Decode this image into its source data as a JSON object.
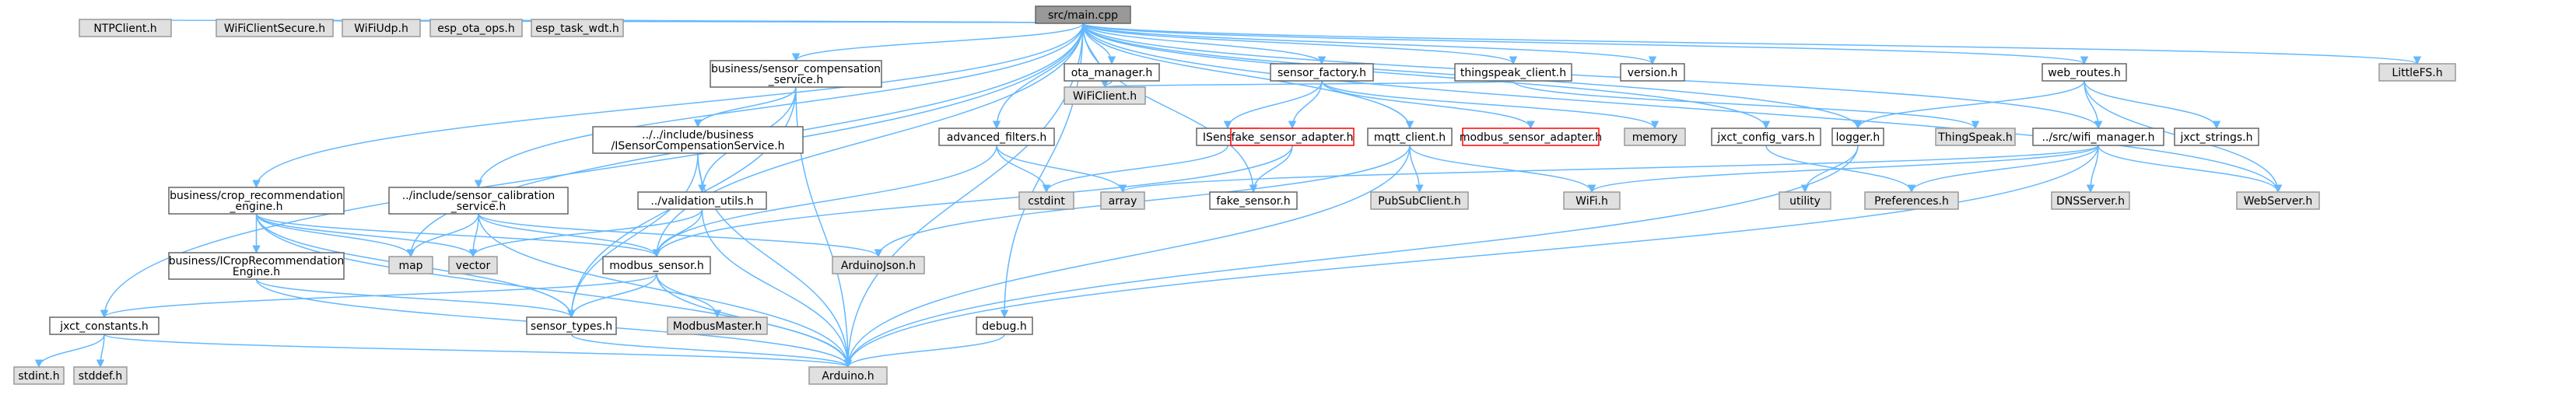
{
  "colors": {
    "root_fill": "#999999",
    "local_fill": "#ffffff",
    "local_stroke": "#666666",
    "system_fill": "#e0e0e0",
    "system_stroke": "#999999",
    "missing_stroke": "#ff0000",
    "edge": "#63b8ff"
  },
  "nodes": [
    {
      "id": "main",
      "lines": [
        "src/main.cpp"
      ],
      "kind": "root"
    },
    {
      "id": "ntp",
      "lines": [
        "NTPClient.h"
      ],
      "kind": "system"
    },
    {
      "id": "wcs",
      "lines": [
        "WiFiClientSecure.h"
      ],
      "kind": "system"
    },
    {
      "id": "wudp",
      "lines": [
        "WiFiUdp.h"
      ],
      "kind": "system"
    },
    {
      "id": "otaops",
      "lines": [
        "esp_ota_ops.h"
      ],
      "kind": "system"
    },
    {
      "id": "taskwdt",
      "lines": [
        "esp_task_wdt.h"
      ],
      "kind": "system"
    },
    {
      "id": "bscs",
      "lines": [
        "business/sensor_compensation",
        "_service.h"
      ],
      "kind": "local"
    },
    {
      "id": "otamgr",
      "lines": [
        "ota_manager.h"
      ],
      "kind": "local"
    },
    {
      "id": "sfact",
      "lines": [
        "sensor_factory.h"
      ],
      "kind": "local"
    },
    {
      "id": "tsc",
      "lines": [
        "thingspeak_client.h"
      ],
      "kind": "local"
    },
    {
      "id": "ver",
      "lines": [
        "version.h"
      ],
      "kind": "local"
    },
    {
      "id": "wroutes",
      "lines": [
        "web_routes.h"
      ],
      "kind": "local"
    },
    {
      "id": "lfs",
      "lines": [
        "LittleFS.h"
      ],
      "kind": "system"
    },
    {
      "id": "wificl",
      "lines": [
        "WiFiClient.h"
      ],
      "kind": "system"
    },
    {
      "id": "advf",
      "lines": [
        "advanced_filters.h"
      ],
      "kind": "local"
    },
    {
      "id": "isensor",
      "lines": [
        "ISensor.h"
      ],
      "kind": "local"
    },
    {
      "id": "fsa",
      "lines": [
        "fake_sensor_adapter.h"
      ],
      "kind": "missing"
    },
    {
      "id": "mqtt",
      "lines": [
        "mqtt_client.h"
      ],
      "kind": "local"
    },
    {
      "id": "msa",
      "lines": [
        "modbus_sensor_adapter.h"
      ],
      "kind": "missing"
    },
    {
      "id": "memory",
      "lines": [
        "memory"
      ],
      "kind": "system"
    },
    {
      "id": "jcv",
      "lines": [
        "jxct_config_vars.h"
      ],
      "kind": "local"
    },
    {
      "id": "logger",
      "lines": [
        "logger.h"
      ],
      "kind": "local"
    },
    {
      "id": "tsh",
      "lines": [
        "ThingSpeak.h"
      ],
      "kind": "system"
    },
    {
      "id": "wmgr",
      "lines": [
        "../src/wifi_manager.h"
      ],
      "kind": "local"
    },
    {
      "id": "jstr",
      "lines": [
        "jxct_strings.h"
      ],
      "kind": "local"
    },
    {
      "id": "iscs",
      "lines": [
        "../../include/business",
        "/ISensorCompensationService.h"
      ],
      "kind": "local"
    },
    {
      "id": "cstdint",
      "lines": [
        "cstdint"
      ],
      "kind": "system"
    },
    {
      "id": "array",
      "lines": [
        "array"
      ],
      "kind": "system"
    },
    {
      "id": "fakes",
      "lines": [
        "fake_sensor.h"
      ],
      "kind": "local"
    },
    {
      "id": "psc",
      "lines": [
        "PubSubClient.h"
      ],
      "kind": "system"
    },
    {
      "id": "wifih",
      "lines": [
        "WiFi.h"
      ],
      "kind": "system"
    },
    {
      "id": "utility",
      "lines": [
        "utility"
      ],
      "kind": "system"
    },
    {
      "id": "prefs",
      "lines": [
        "Preferences.h"
      ],
      "kind": "system"
    },
    {
      "id": "dns",
      "lines": [
        "DNSServer.h"
      ],
      "kind": "system"
    },
    {
      "id": "webserver",
      "lines": [
        "WebServer.h"
      ],
      "kind": "system"
    },
    {
      "id": "bcre",
      "lines": [
        "business/crop_recommendation",
        "_engine.h"
      ],
      "kind": "local"
    },
    {
      "id": "iscal",
      "lines": [
        "../include/sensor_calibration",
        "_service.h"
      ],
      "kind": "local"
    },
    {
      "id": "valid",
      "lines": [
        "../validation_utils.h"
      ],
      "kind": "local"
    },
    {
      "id": "bicre",
      "lines": [
        "business/ICropRecommendation",
        "Engine.h"
      ],
      "kind": "local"
    },
    {
      "id": "map",
      "lines": [
        "map"
      ],
      "kind": "system"
    },
    {
      "id": "vector",
      "lines": [
        "vector"
      ],
      "kind": "system"
    },
    {
      "id": "modbus",
      "lines": [
        "modbus_sensor.h"
      ],
      "kind": "local"
    },
    {
      "id": "ajson",
      "lines": [
        "ArduinoJson.h"
      ],
      "kind": "system"
    },
    {
      "id": "jconst",
      "lines": [
        "jxct_constants.h"
      ],
      "kind": "local"
    },
    {
      "id": "stypes",
      "lines": [
        "sensor_types.h"
      ],
      "kind": "local"
    },
    {
      "id": "mm",
      "lines": [
        "ModbusMaster.h"
      ],
      "kind": "system"
    },
    {
      "id": "debug",
      "lines": [
        "debug.h"
      ],
      "kind": "local"
    },
    {
      "id": "stdint",
      "lines": [
        "stdint.h"
      ],
      "kind": "system"
    },
    {
      "id": "stddef",
      "lines": [
        "stddef.h"
      ],
      "kind": "system"
    },
    {
      "id": "arduino",
      "lines": [
        "Arduino.h"
      ],
      "kind": "system"
    }
  ],
  "edges": [
    [
      "main",
      "ntp"
    ],
    [
      "main",
      "wcs"
    ],
    [
      "main",
      "wudp"
    ],
    [
      "main",
      "otaops"
    ],
    [
      "main",
      "taskwdt"
    ],
    [
      "main",
      "bscs"
    ],
    [
      "main",
      "otamgr"
    ],
    [
      "main",
      "sfact"
    ],
    [
      "main",
      "tsc"
    ],
    [
      "main",
      "ver"
    ],
    [
      "main",
      "wroutes"
    ],
    [
      "main",
      "lfs"
    ],
    [
      "main",
      "wificl"
    ],
    [
      "main",
      "advf"
    ],
    [
      "main",
      "fakes"
    ],
    [
      "main",
      "jcv"
    ],
    [
      "main",
      "logger"
    ],
    [
      "main",
      "wmgr"
    ],
    [
      "main",
      "bcre"
    ],
    [
      "main",
      "iscal"
    ],
    [
      "main",
      "modbus"
    ],
    [
      "main",
      "jconst"
    ],
    [
      "main",
      "debug"
    ],
    [
      "main",
      "arduino"
    ],
    [
      "main",
      "webserver"
    ],
    [
      "main",
      "mqtt"
    ],
    [
      "main",
      "map"
    ],
    [
      "bscs",
      "iscs"
    ],
    [
      "bscs",
      "valid"
    ],
    [
      "bscs",
      "stypes"
    ],
    [
      "bscs",
      "arduino"
    ],
    [
      "otamgr",
      "wificl"
    ],
    [
      "sfact",
      "isensor"
    ],
    [
      "sfact",
      "fsa"
    ],
    [
      "sfact",
      "msa"
    ],
    [
      "sfact",
      "memory"
    ],
    [
      "tsc",
      "wificl"
    ],
    [
      "tsc",
      "tsh"
    ],
    [
      "wroutes",
      "logger"
    ],
    [
      "wroutes",
      "wmgr"
    ],
    [
      "wroutes",
      "jstr"
    ],
    [
      "wroutes",
      "webserver"
    ],
    [
      "advf",
      "cstdint"
    ],
    [
      "advf",
      "array"
    ],
    [
      "advf",
      "modbus"
    ],
    [
      "isensor",
      "cstdint"
    ],
    [
      "fsa",
      "fakes"
    ],
    [
      "fsa",
      "modbus"
    ],
    [
      "mqtt",
      "psc"
    ],
    [
      "mqtt",
      "wifih"
    ],
    [
      "mqtt",
      "ajson"
    ],
    [
      "mqtt",
      "arduino"
    ],
    [
      "jcv",
      "prefs"
    ],
    [
      "logger",
      "utility"
    ],
    [
      "logger",
      "arduino"
    ],
    [
      "wmgr",
      "array"
    ],
    [
      "wmgr",
      "wifih"
    ],
    [
      "wmgr",
      "prefs"
    ],
    [
      "wmgr",
      "dns"
    ],
    [
      "wmgr",
      "webserver"
    ],
    [
      "wmgr",
      "arduino"
    ],
    [
      "iscs",
      "valid"
    ],
    [
      "iscs",
      "stypes"
    ],
    [
      "iscs",
      "arduino"
    ],
    [
      "bcre",
      "bicre"
    ],
    [
      "bcre",
      "map"
    ],
    [
      "bcre",
      "vector"
    ],
    [
      "bcre",
      "modbus"
    ],
    [
      "bcre",
      "stypes"
    ],
    [
      "bcre",
      "arduino"
    ],
    [
      "iscal",
      "map"
    ],
    [
      "iscal",
      "vector"
    ],
    [
      "iscal",
      "modbus"
    ],
    [
      "iscal",
      "ajson"
    ],
    [
      "iscal",
      "arduino"
    ],
    [
      "valid",
      "vector"
    ],
    [
      "valid",
      "modbus"
    ],
    [
      "valid",
      "arduino"
    ],
    [
      "bicre",
      "stypes"
    ],
    [
      "bicre",
      "arduino"
    ],
    [
      "modbus",
      "jconst"
    ],
    [
      "modbus",
      "stypes"
    ],
    [
      "modbus",
      "mm"
    ],
    [
      "modbus",
      "arduino"
    ],
    [
      "jconst",
      "stdint"
    ],
    [
      "jconst",
      "stddef"
    ],
    [
      "jconst",
      "arduino"
    ],
    [
      "stypes",
      "arduino"
    ],
    [
      "debug",
      "arduino"
    ]
  ]
}
